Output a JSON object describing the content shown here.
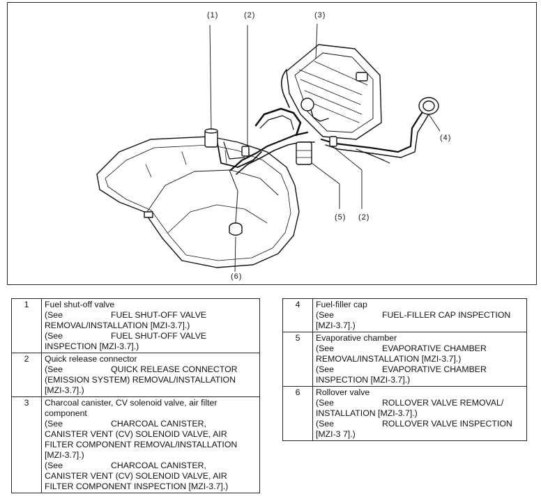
{
  "figure": {
    "callouts": [
      "1",
      "2",
      "3",
      "4",
      "5",
      "2",
      "6"
    ]
  },
  "legend_left": [
    {
      "num": "1",
      "title": "Fuel shut-off valve",
      "lines": [
        {
          "see": "(See",
          "text": "FUEL SHUT-OFF VALVE"
        },
        {
          "see": "",
          "text": "REMOVAL/INSTALLATION [MZI-3.7].)"
        },
        {
          "see": "(See",
          "text": "FUEL SHUT-OFF VALVE"
        },
        {
          "see": "",
          "text": "INSPECTION [MZI-3.7].)"
        }
      ]
    },
    {
      "num": "2",
      "title": "Quick release connector",
      "lines": [
        {
          "see": "(See",
          "text": "QUICK RELEASE CONNECTOR"
        },
        {
          "see": "",
          "text": "(EMISSION SYSTEM) REMOVAL/INSTALLATION"
        },
        {
          "see": "",
          "text": "[MZI-3.7].)"
        }
      ]
    },
    {
      "num": "3",
      "title": "Charcoal canister, CV solenoid valve, air filter component",
      "lines": [
        {
          "see": "(See",
          "text": "CHARCOAL CANISTER,"
        },
        {
          "see": "",
          "text": "CANISTER VENT (CV) SOLENOID VALVE, AIR"
        },
        {
          "see": "",
          "text": "FILTER COMPONENT REMOVAL/INSTALLATION"
        },
        {
          "see": "",
          "text": "[MZI-3.7].)"
        },
        {
          "see": "(See",
          "text": "CHARCOAL CANISTER,"
        },
        {
          "see": "",
          "text": "CANISTER VENT (CV) SOLENOID VALVE, AIR"
        },
        {
          "see": "",
          "text": "FILTER COMPONENT INSPECTION [MZI-3.7].)"
        }
      ]
    }
  ],
  "legend_right": [
    {
      "num": "4",
      "title": "Fuel-filler cap",
      "lines": [
        {
          "see": "(See",
          "text": "FUEL-FILLER CAP INSPECTION"
        },
        {
          "see": "",
          "text": "[MZI-3.7].)"
        }
      ]
    },
    {
      "num": "5",
      "title": "Evaporative chamber",
      "lines": [
        {
          "see": "(See",
          "text": "EVAPORATIVE CHAMBER"
        },
        {
          "see": "",
          "text": "REMOVAL/INSTALLATION [MZI-3.7].)"
        },
        {
          "see": "(See",
          "text": "EVAPORATIVE CHAMBER"
        },
        {
          "see": "",
          "text": "INSPECTION [MZI-3.7].)"
        }
      ]
    },
    {
      "num": "6",
      "title": "Rollover valve",
      "lines": [
        {
          "see": "(See",
          "text": "ROLLOVER VALVE REMOVAL/"
        },
        {
          "see": "",
          "text": "INSTALLATION [MZI-3.7].)"
        },
        {
          "see": "(See",
          "text": "ROLLOVER VALVE INSPECTION"
        },
        {
          "see": "",
          "text": "[MZI-3 7].)"
        }
      ]
    }
  ]
}
